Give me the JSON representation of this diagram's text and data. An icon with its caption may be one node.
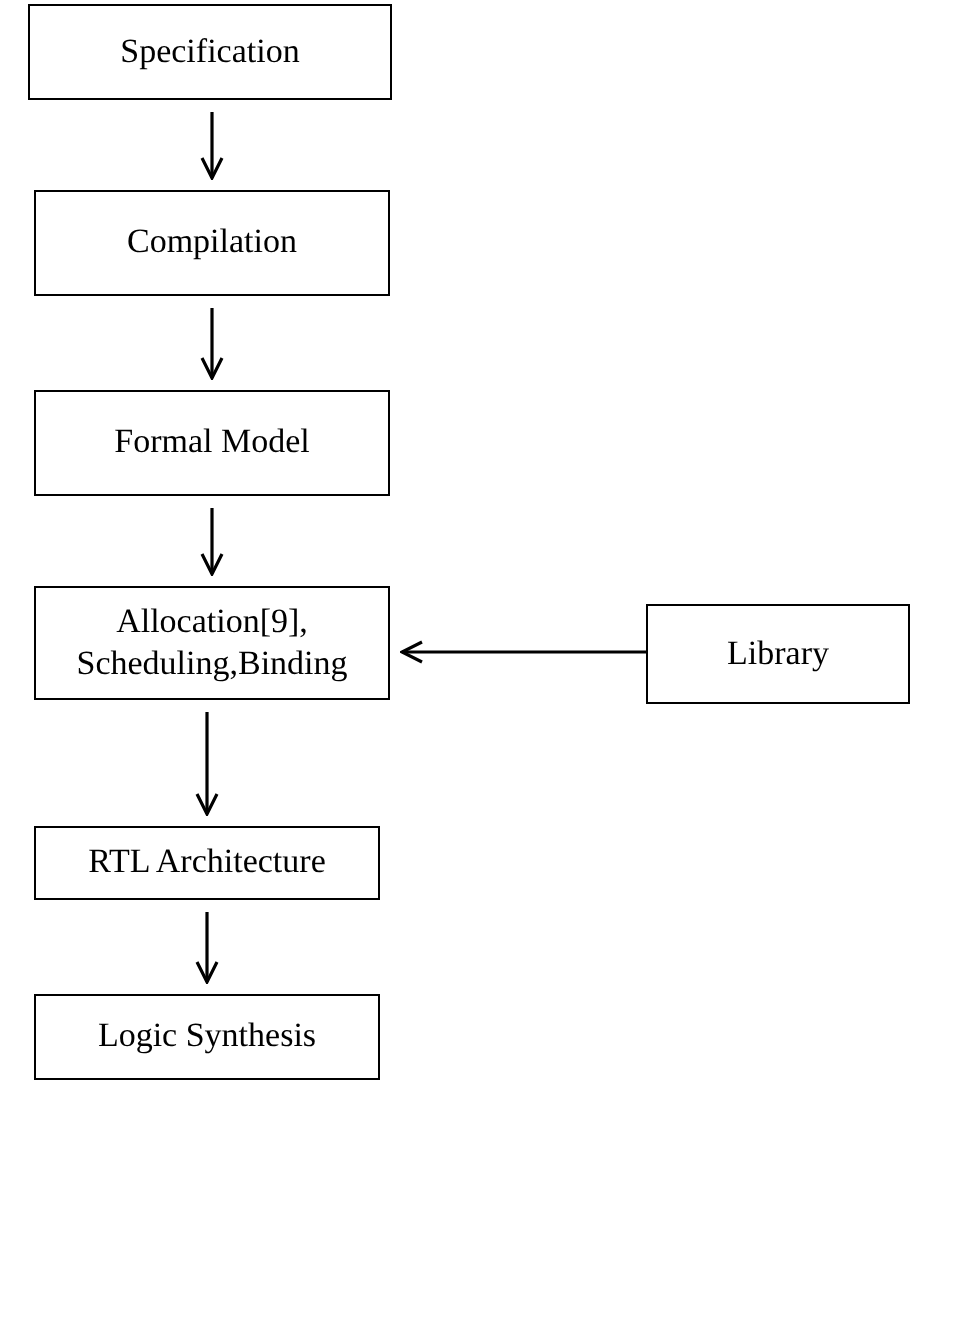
{
  "diagram": {
    "nodes": [
      {
        "text": [
          "Specification"
        ]
      },
      {
        "text": [
          "Compilation"
        ]
      },
      {
        "text": [
          "Formal Model"
        ]
      },
      {
        "text": [
          "Allocation[9], Scheduling,Binding"
        ]
      },
      {
        "text": [
          "Library"
        ]
      },
      {
        "text": [
          "RTL Architecture"
        ]
      },
      {
        "text": [
          "Logic Synthesis"
        ]
      }
    ],
    "edges": [
      {
        "from": 0,
        "to": 1,
        "arrow": "to"
      },
      {
        "from": 1,
        "to": 2,
        "arrow": "to"
      },
      {
        "from": 2,
        "to": 3,
        "arrow": "to"
      },
      {
        "from": 4,
        "to": 3,
        "arrow": "to"
      },
      {
        "from": 3,
        "to": 5,
        "arrow": "to"
      },
      {
        "from": 5,
        "to": 6,
        "arrow": "to"
      }
    ]
  }
}
